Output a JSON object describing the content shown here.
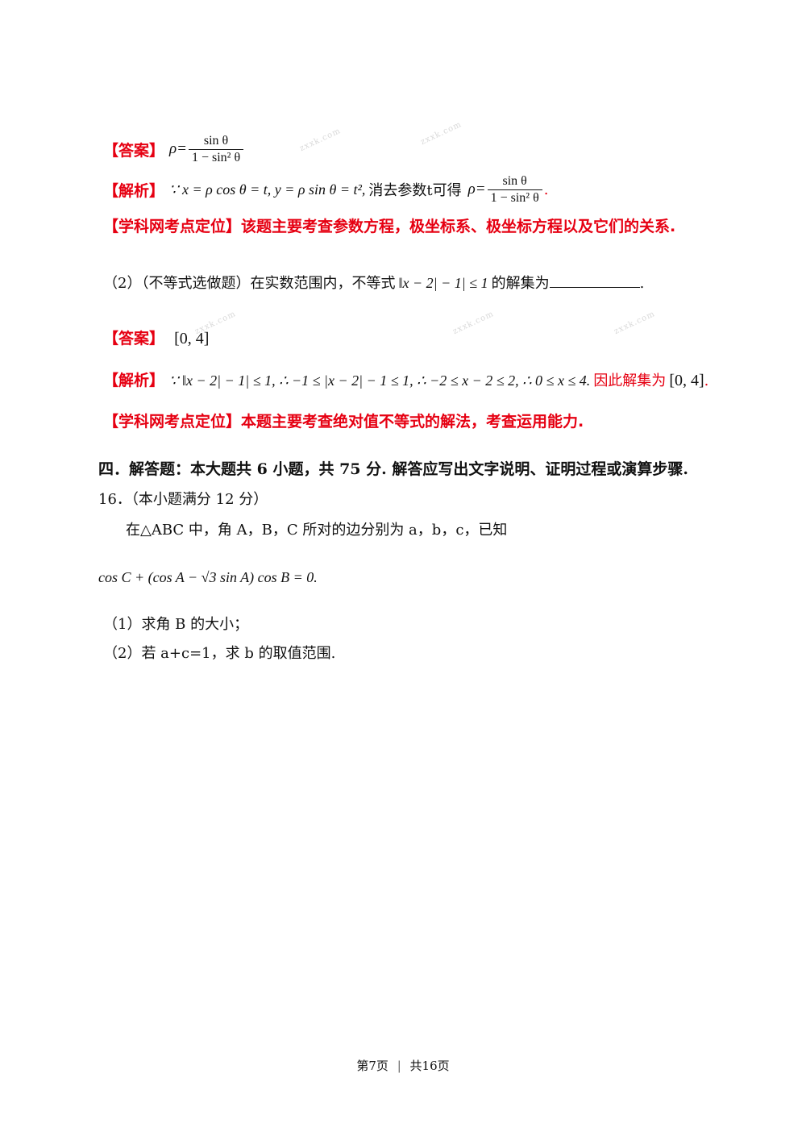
{
  "q_prev": {
    "answer_tag": "【答案】",
    "answer_lhs": "ρ=",
    "answer_num": "sin θ",
    "answer_den": "1 − sin² θ",
    "analysis_tag": "【解析】",
    "analysis_expr": "∵ x = ρ cos θ = t, y = ρ sin θ = t²,",
    "analysis_text": "消去参数t可得",
    "analysis_lhs": "ρ=",
    "analysis_num": "sin θ",
    "analysis_den": "1 − sin² θ",
    "analysis_end": ".",
    "kp_tag": "【学科网考点定位】",
    "kp_text": "该题主要考查参数方程，极坐标系、极坐标方程以及它们的关系."
  },
  "q2": {
    "prompt_start": "（2）（不等式选做题）在实数范围内，不等式",
    "prompt_expr": "‖x − 2| − 1| ≤ 1",
    "prompt_end": "的解集为",
    "prompt_period": ".",
    "answer_tag": "【答案】",
    "answer_value": "[0, 4]",
    "analysis_tag": "【解析】",
    "analysis_expr": "∵ ‖x − 2| − 1| ≤ 1, ∴ −1 ≤ |x − 2| − 1 ≤ 1, ∴ −2 ≤ x − 2 ≤ 2, ∴ 0 ≤ x ≤ 4.",
    "analysis_text": "因此解集为",
    "analysis_value": "[0, 4]",
    "analysis_end": ".",
    "kp_tag": "【学科网考点定位】",
    "kp_text": "本题主要考查绝对值不等式的解法，考查运用能力."
  },
  "section4": {
    "heading": "四．解答题：本大题共 6 小题，共 75 分. 解答应写出文字说明、证明过程或演算步骤."
  },
  "q16": {
    "title": "16．（本小题满分 12 分）",
    "stem": "在△ABC 中，角 A，B，C 所对的边分别为 a，b，c，已知",
    "equation": "cos C + (cos A − √3 sin A) cos B = 0.",
    "part1": "（1）求角 B 的大小；",
    "part2": "（2）若 a+c=1，求 b 的取值范围."
  },
  "footer": {
    "page": "第7页",
    "separator": "|",
    "total": "共16页"
  }
}
